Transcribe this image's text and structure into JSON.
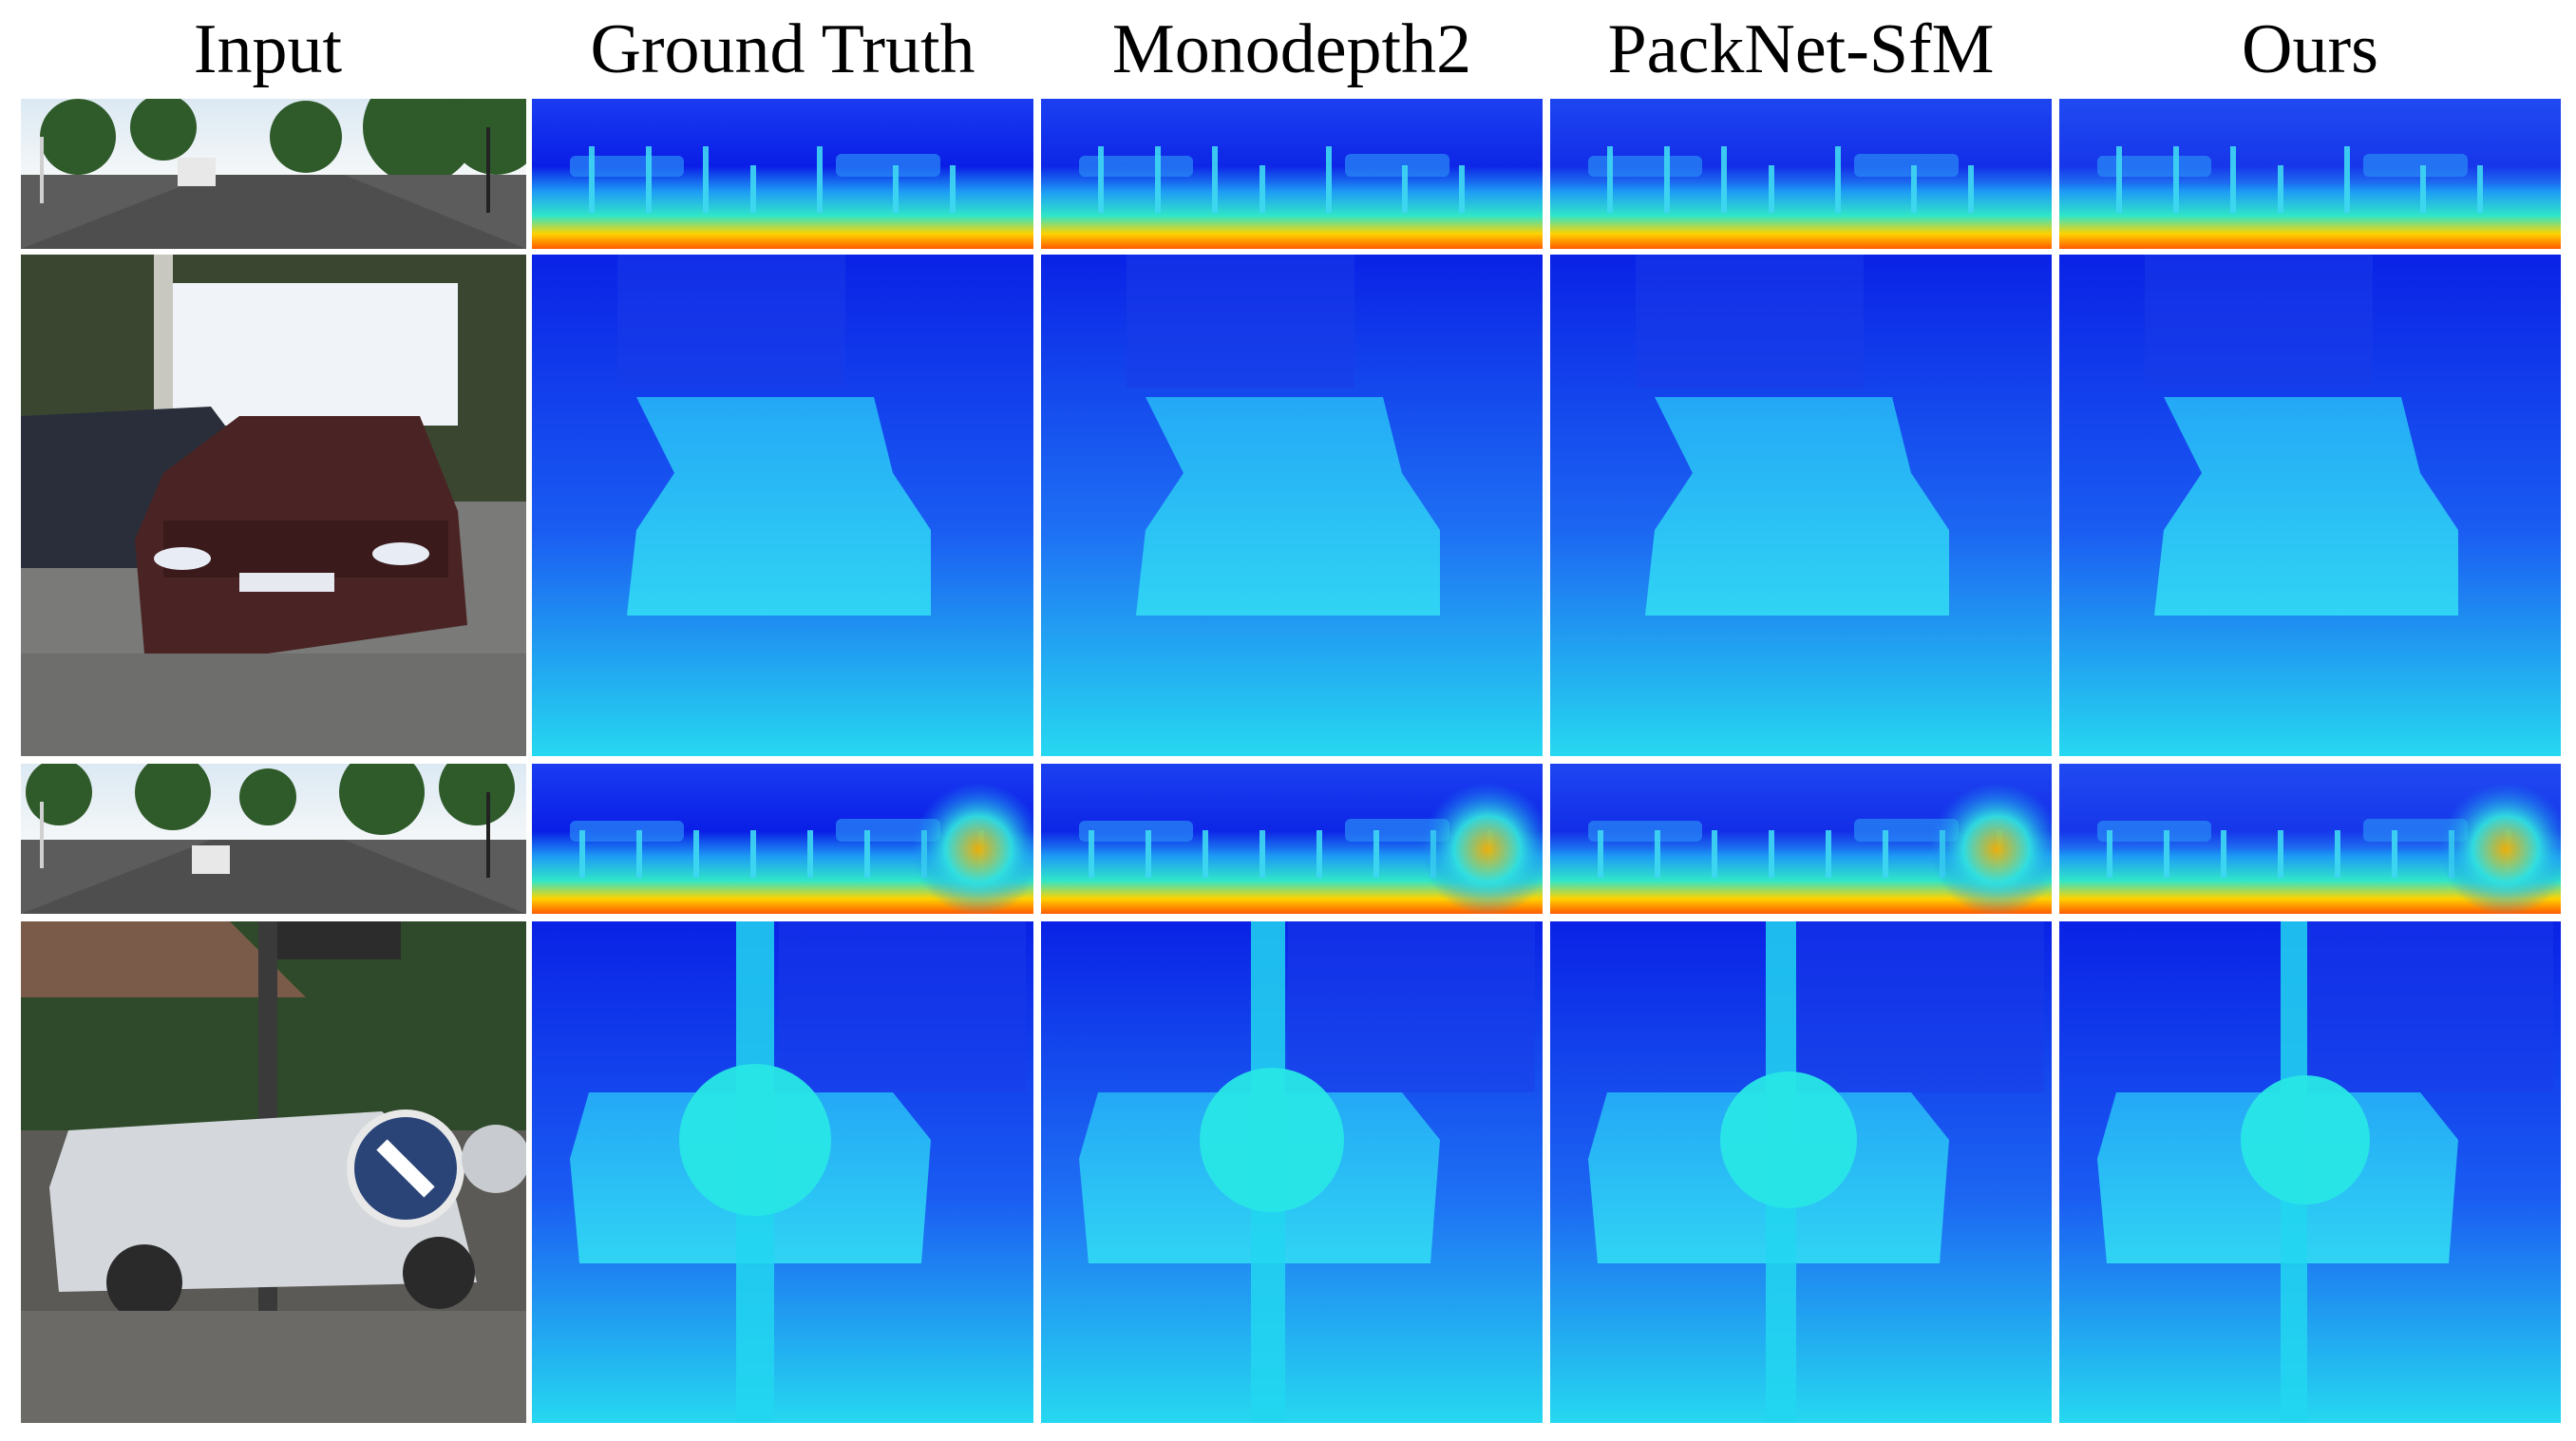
{
  "figure": {
    "column_headers": [
      "Input",
      "Ground Truth",
      "Monodepth2",
      "PackNet-SfM",
      "Ours"
    ]
  },
  "palette": {
    "depth_far": "#0a1ee6",
    "depth_mid": "#1a78f5",
    "depth_near": "#20e6f0",
    "depth_close": "#ffd200",
    "depth_nearest": "#ff5a00"
  }
}
